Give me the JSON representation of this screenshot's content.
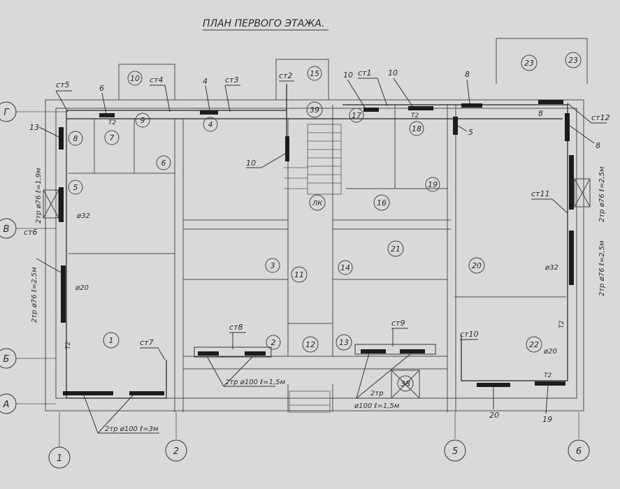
{
  "title": "ПЛАН ПЕРВОГО ЭТАЖА.",
  "axes_letters": [
    "Г",
    "В",
    "Б",
    "А"
  ],
  "axes_numbers": [
    "1",
    "2",
    "5",
    "6"
  ],
  "rooms": [
    "10",
    "15",
    "23",
    "23",
    "39",
    "17",
    "18",
    "7",
    "8",
    "9",
    "4",
    "6",
    "5",
    "19",
    "ЛК",
    "16",
    "21",
    "3",
    "11",
    "14",
    "20",
    "1",
    "2",
    "12",
    "13",
    "22",
    "38"
  ],
  "risers": [
    "ст5",
    "ст4",
    "ст3",
    "ст2",
    "ст1",
    "ст12",
    "ст11",
    "ст6",
    "ст7",
    "ст8",
    "ст9",
    "ст10"
  ],
  "radiator_sections": [
    "6",
    "4",
    "13",
    "10",
    "10",
    "10",
    "8",
    "8",
    "8",
    "5",
    "20",
    "19"
  ],
  "pipe_labels": [
    "Т2",
    "Т2",
    "Т2",
    "Т2",
    "Т2"
  ],
  "diameters": [
    "ø32",
    "ø20",
    "ø32",
    "ø20"
  ],
  "pipe_specs": [
    "2тр ø76 ℓ=1,9м",
    "2тр ø76 ℓ=2,5м",
    "2тр ø76 ℓ=2,5м",
    "2тр ø76 ℓ=2,5м",
    "2тр ø100 ℓ=3м",
    "2тр ø100 ℓ=1,5м",
    "2тр",
    "ø100 ℓ=1,5м"
  ]
}
